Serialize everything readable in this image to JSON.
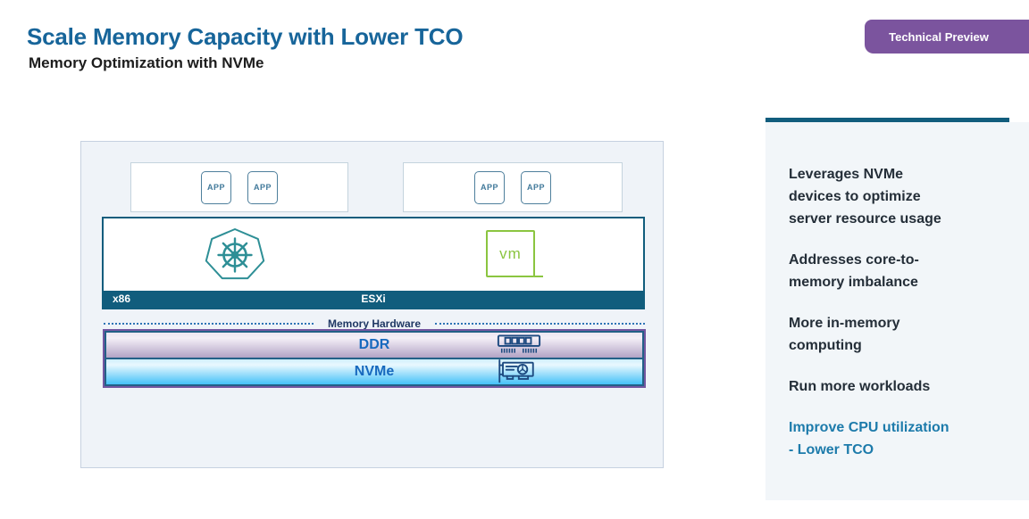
{
  "slide": {
    "title": "Scale Memory Capacity with Lower TCO",
    "subtitle": "Memory Optimization with NVMe",
    "badge_label": "Technical Preview"
  },
  "diagram": {
    "app_groups": [
      {
        "apps": [
          "APP",
          "APP"
        ]
      },
      {
        "apps": [
          "APP",
          "APP"
        ]
      }
    ],
    "host": {
      "left_label": "x86",
      "center_label": "ESXi"
    },
    "kubernetes_icon": "kubernetes-wheel-icon",
    "vm_label": "vm",
    "memory_divider_label": "Memory Hardware",
    "memory_layers": [
      {
        "label": "DDR",
        "icon": "ram-module-icon"
      },
      {
        "label": "NVMe",
        "icon": "accelerator-card-icon"
      }
    ]
  },
  "sidebar": {
    "bullets": [
      {
        "text": "Leverages NVMe\ndevices to optimize\nserver resource usage"
      },
      {
        "text": "Addresses core-to-\nmemory imbalance"
      },
      {
        "text": "More in-memory\ncomputing"
      },
      {
        "text": "Run more workloads"
      },
      {
        "text": "Improve CPU utilization\n- Lower TCO",
        "highlight": true
      }
    ]
  },
  "colors": {
    "title_blue": "#17659a",
    "badge_purple": "#7b549e",
    "dark_teal": "#115d7d",
    "kubernetes_teal": "#2e8f96",
    "vm_green": "#8bc540",
    "ddr_mauve": "#b2a3c5",
    "nvme_sky": "#44c1f8",
    "layer_label_blue": "#1769be",
    "divider_navy": "#1f3864",
    "highlight_blue": "#1d7bab"
  }
}
